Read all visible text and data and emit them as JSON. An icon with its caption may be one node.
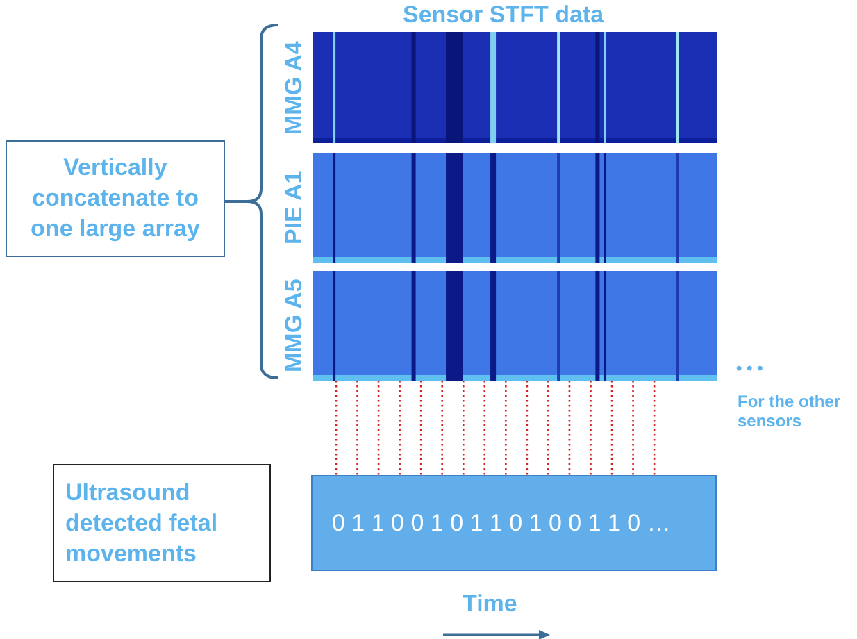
{
  "diagram": {
    "title": "Sensor STFT data",
    "nodes": [
      {
        "text": [
          "Vertically concatenate to one large array"
        ]
      },
      {
        "text": [
          "MMG A4"
        ]
      },
      {
        "text": [
          "PIE A1"
        ]
      },
      {
        "text": [
          "MMG A5"
        ]
      },
      {
        "text": [
          "Ultrasound detected fetal movements"
        ]
      },
      {
        "text": [
          "0 1 1 0 0 1 0 1 1 0 1 0 0 1 1 0 …"
        ]
      }
    ],
    "edges": [
      {
        "from": 3,
        "to": 5,
        "arrow": "none",
        "style": "dashed"
      },
      {
        "from": 3,
        "to": 5,
        "arrow": "none",
        "style": "dashed"
      },
      {
        "from": 3,
        "to": 5,
        "arrow": "none",
        "style": "dashed"
      },
      {
        "from": 3,
        "to": 5,
        "arrow": "none",
        "style": "dashed"
      },
      {
        "from": 3,
        "to": 5,
        "arrow": "none",
        "style": "dashed"
      },
      {
        "from": 3,
        "to": 5,
        "arrow": "none",
        "style": "dashed"
      },
      {
        "from": 3,
        "to": 5,
        "arrow": "none",
        "style": "dashed"
      },
      {
        "from": 3,
        "to": 5,
        "arrow": "none",
        "style": "dashed"
      },
      {
        "from": 3,
        "to": 5,
        "arrow": "none",
        "style": "dashed"
      },
      {
        "from": 3,
        "to": 5,
        "arrow": "none",
        "style": "dashed"
      },
      {
        "from": 3,
        "to": 5,
        "arrow": "none",
        "style": "dashed"
      },
      {
        "from": 3,
        "to": 5,
        "arrow": "none",
        "style": "dashed"
      },
      {
        "from": 3,
        "to": 5,
        "arrow": "none",
        "style": "dashed"
      },
      {
        "from": 3,
        "to": 5,
        "arrow": "none",
        "style": "dashed"
      },
      {
        "from": 3,
        "to": 5,
        "arrow": "none",
        "style": "dashed"
      },
      {
        "from": 3,
        "to": 5,
        "arrow": "none",
        "style": "dashed"
      }
    ],
    "labels": [
      "• • •",
      "For the other sensors",
      "Time"
    ]
  }
}
